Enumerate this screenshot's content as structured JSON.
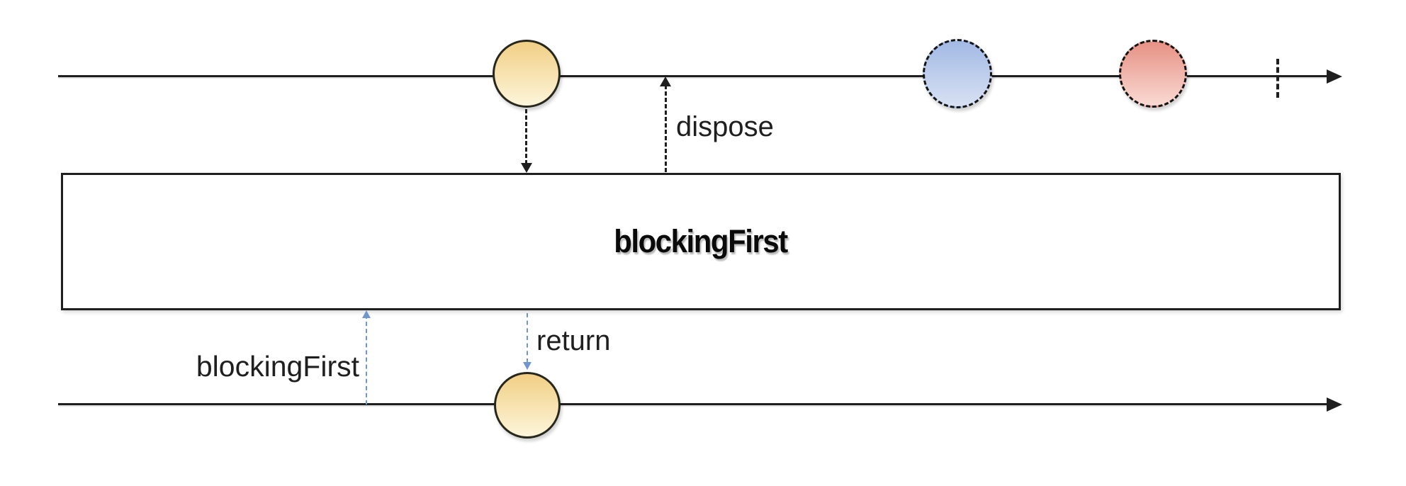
{
  "diagram": {
    "type": "rx-marble-diagram",
    "operator_box": {
      "label": "blockingFirst"
    },
    "labels": {
      "dispose": "dispose",
      "call": "blockingFirst",
      "return": "return"
    },
    "top_stream": {
      "marbles": [
        {
          "order": 1,
          "color_name": "yellow",
          "border_style": "solid"
        },
        {
          "order": 2,
          "color_name": "blue",
          "border_style": "dashed"
        },
        {
          "order": 3,
          "color_name": "red",
          "border_style": "dashed"
        }
      ],
      "has_completion_tick": true
    },
    "bottom_stream": {
      "marbles": [
        {
          "order": 1,
          "color_name": "yellow",
          "border_style": "solid"
        }
      ]
    },
    "colors": {
      "line": "#1f1f1f",
      "text": "#1f1f1f",
      "box_bg": "#ffffff",
      "marble_yellow_top": "#f1cf85",
      "marble_yellow_bottom": "#fdf5da",
      "marble_blue_top": "#a2b9e4",
      "marble_blue_bottom": "#d8e1f3",
      "marble_red_top": "#e79184",
      "marble_red_bottom": "#f9dad3",
      "call_arrow": "#6f96cf"
    }
  }
}
